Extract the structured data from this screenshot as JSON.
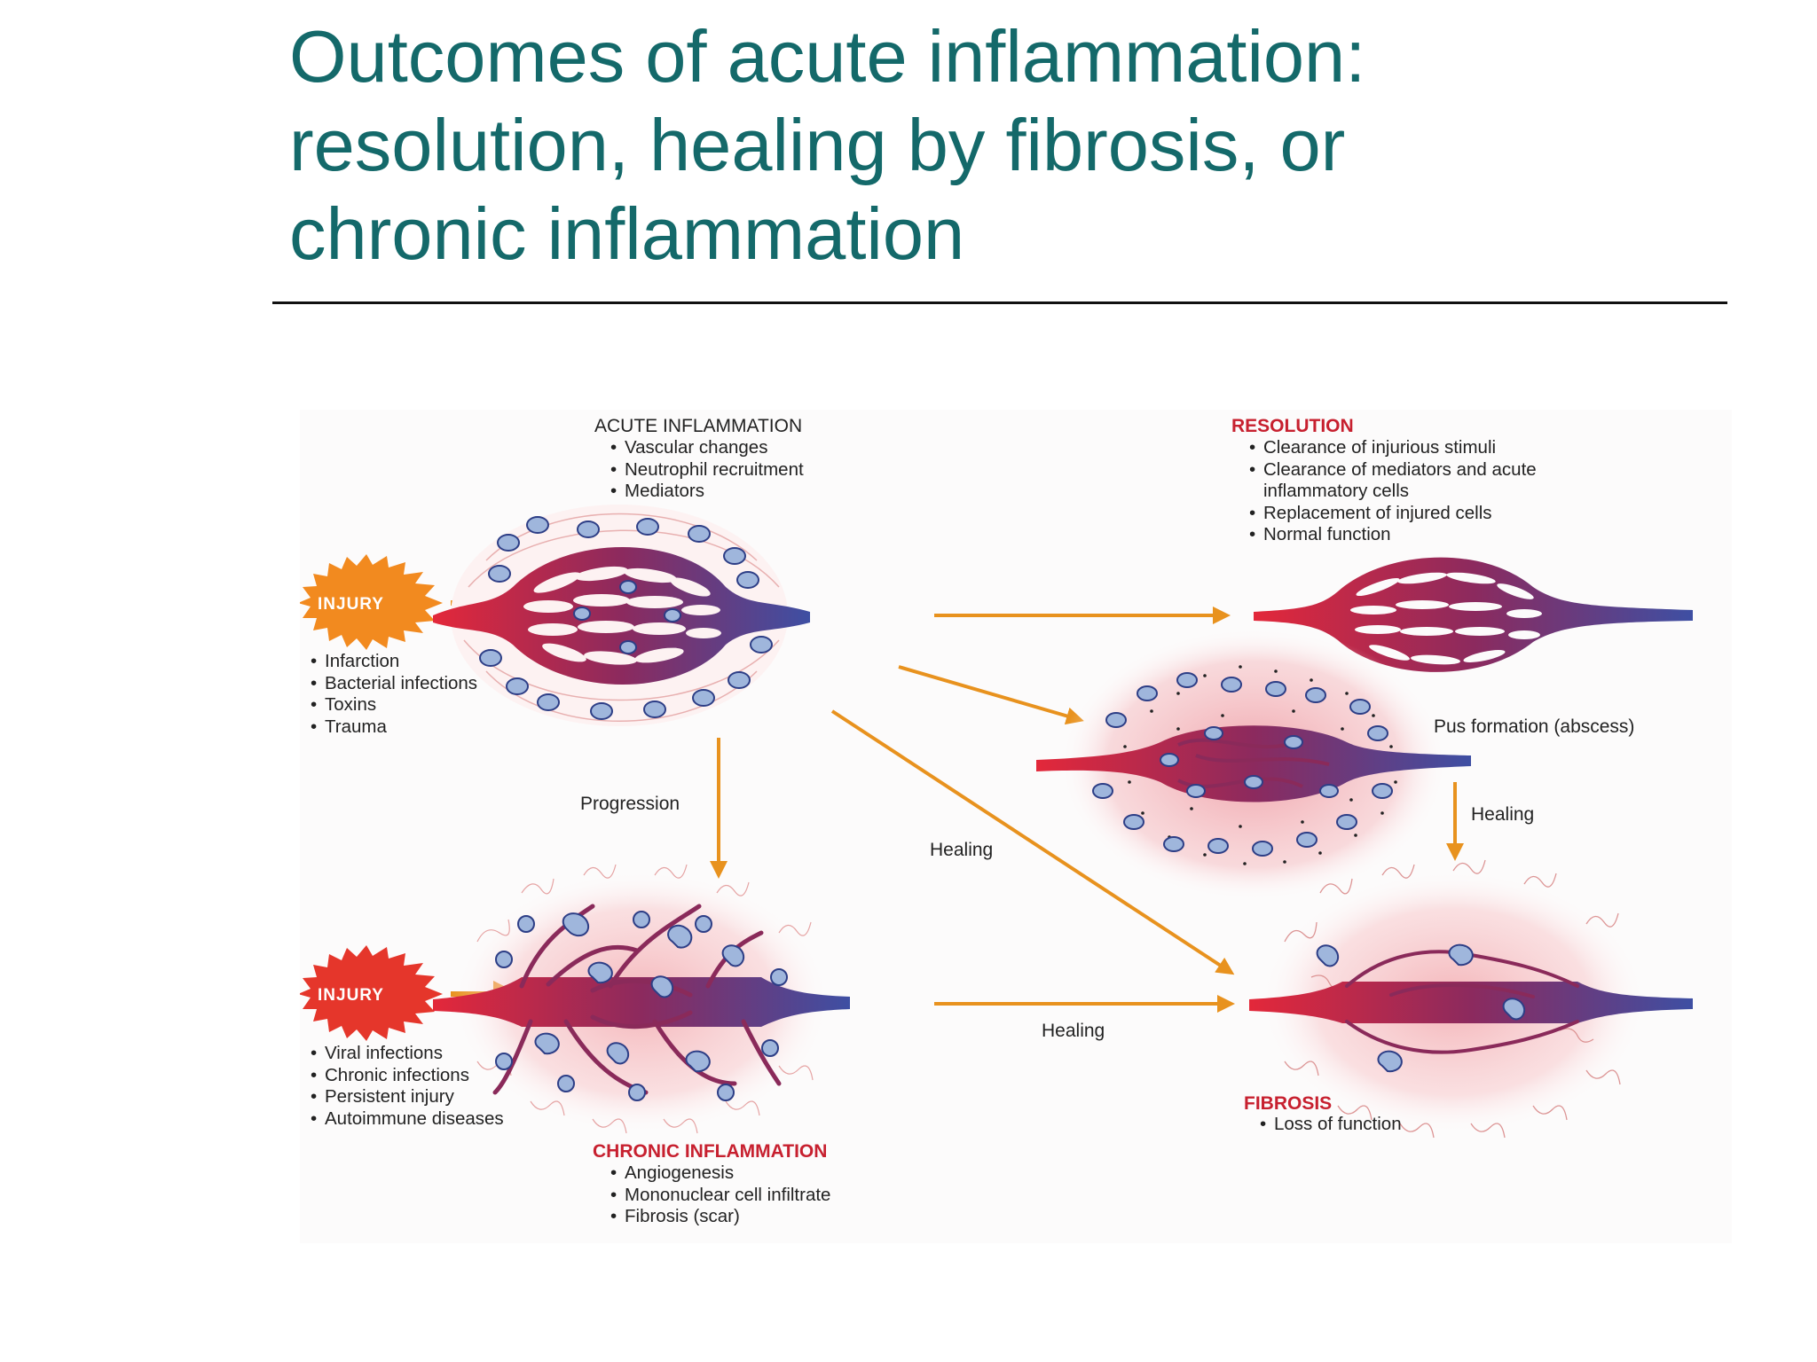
{
  "title": {
    "line1": "Outcomes of acute inflammation:",
    "line2": "resolution, healing by fibrosis, or",
    "line3": "chronic inflammation"
  },
  "diagram": {
    "acute": {
      "heading": "ACUTE INFLAMMATION",
      "bullets": [
        "Vascular changes",
        "Neutrophil recruitment",
        "Mediators"
      ]
    },
    "resolution": {
      "heading": "RESOLUTION",
      "bullets": [
        "Clearance of injurious stimuli",
        "Clearance of mediators and acute inflammatory cells",
        "Replacement of injured cells",
        "Normal function"
      ]
    },
    "injury_top": {
      "label": "INJURY",
      "causes": [
        "Infarction",
        "Bacterial infections",
        "Toxins",
        "Trauma"
      ]
    },
    "injury_bottom": {
      "label": "INJURY",
      "causes": [
        "Viral infections",
        "Chronic infections",
        "Persistent injury",
        "Autoimmune diseases"
      ]
    },
    "abscess": {
      "label": "Pus formation (abscess)"
    },
    "chronic": {
      "heading": "CHRONIC INFLAMMATION",
      "bullets": [
        "Angiogenesis",
        "Mononuclear cell infiltrate",
        "Fibrosis (scar)"
      ]
    },
    "fibrosis": {
      "heading": "FIBROSIS",
      "bullets": [
        "Loss of function"
      ]
    },
    "arrows": {
      "progression": "Progression",
      "healing_diagonal": "Healing",
      "healing_abscess": "Healing",
      "healing_chronic": "Healing"
    },
    "colors": {
      "arterial": "#e3283a",
      "venous": "#3e4fa3",
      "arrow": "#e8921e",
      "injury_burst": "#f28a1f",
      "heading_red": "#c7202f",
      "title_teal": "#14696a"
    }
  }
}
